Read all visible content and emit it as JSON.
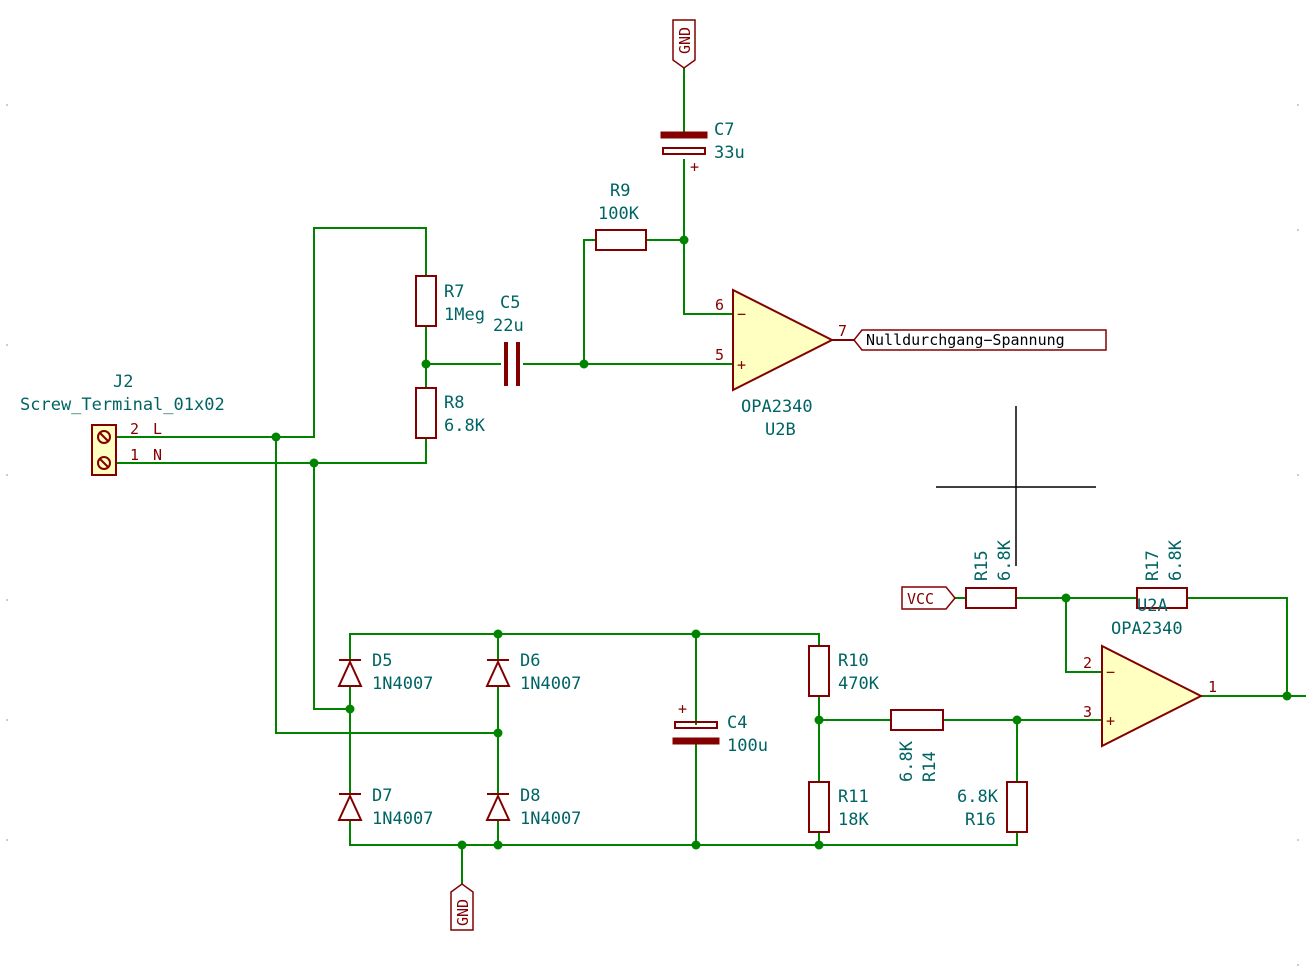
{
  "power": {
    "gnd": "GND",
    "vcc": "VCC"
  },
  "net_labels": {
    "zero_crossing": "Nulldurchgang−Spannung"
  },
  "components": {
    "J2": {
      "ref": "J2",
      "value": "Screw_Terminal_01x02",
      "pin2": "2",
      "pin2_name": "L",
      "pin1": "1",
      "pin1_name": "N"
    },
    "R7": {
      "ref": "R7",
      "value": "1Meg"
    },
    "R8": {
      "ref": "R8",
      "value": "6.8K"
    },
    "C5": {
      "ref": "C5",
      "value": "22u"
    },
    "R9": {
      "ref": "R9",
      "value": "100K"
    },
    "C7": {
      "ref": "C7",
      "value": "33u"
    },
    "U2B": {
      "ref": "U2B",
      "value": "OPA2340",
      "pin6": "6",
      "pin5": "5",
      "pin7": "7"
    },
    "D5": {
      "ref": "D5",
      "value": "1N4007"
    },
    "D6": {
      "ref": "D6",
      "value": "1N4007"
    },
    "D7": {
      "ref": "D7",
      "value": "1N4007"
    },
    "D8": {
      "ref": "D8",
      "value": "1N4007"
    },
    "C4": {
      "ref": "C4",
      "value": "100u"
    },
    "R10": {
      "ref": "R10",
      "value": "470K"
    },
    "R11": {
      "ref": "R11",
      "value": "18K"
    },
    "R14": {
      "ref": "R14",
      "value": "6.8K"
    },
    "R16": {
      "ref": "R16",
      "value": "6.8K"
    },
    "R15": {
      "ref": "R15",
      "value": "6.8K"
    },
    "R17": {
      "ref": "R17",
      "value": "6.8K"
    },
    "U2A": {
      "ref": "U2A",
      "value": "OPA2340",
      "pin2": "2",
      "pin3": "3",
      "pin1": "1"
    }
  },
  "symbols": {
    "plus": "+",
    "minus": "−"
  },
  "colors": {
    "wire": "#008400",
    "component": "#840000",
    "reference": "#006464",
    "body_fill": "#ffffc2",
    "junction": "#008400"
  }
}
